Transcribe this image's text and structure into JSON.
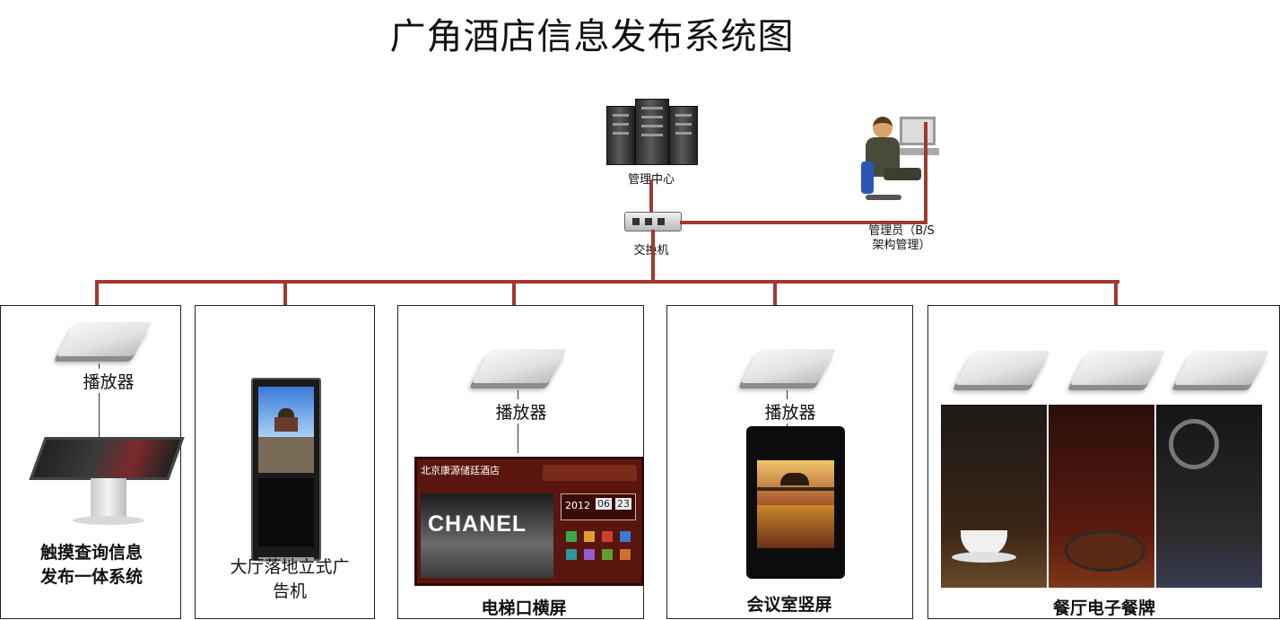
{
  "title": "广角酒店信息发布系统图",
  "nodes": {
    "server": "管理中心",
    "admin": "管理员（B/S\n架构管理）",
    "switch": "交换机"
  },
  "player_label": "播放器",
  "panels": [
    {
      "caption": "触摸查询信息\n发布一体系统"
    },
    {
      "caption": "大厅落地立式广\n告机"
    },
    {
      "caption": "电梯口横屏",
      "screen_brand": "CHANEL",
      "screen_header": "北京康源储廷酒店",
      "date": [
        "2012",
        "06",
        "23"
      ]
    },
    {
      "caption": "会议室竖屏"
    },
    {
      "caption": "餐厅电子餐牌"
    }
  ],
  "colors": {
    "wire": "#a2382f",
    "panel_border": "#222222"
  }
}
